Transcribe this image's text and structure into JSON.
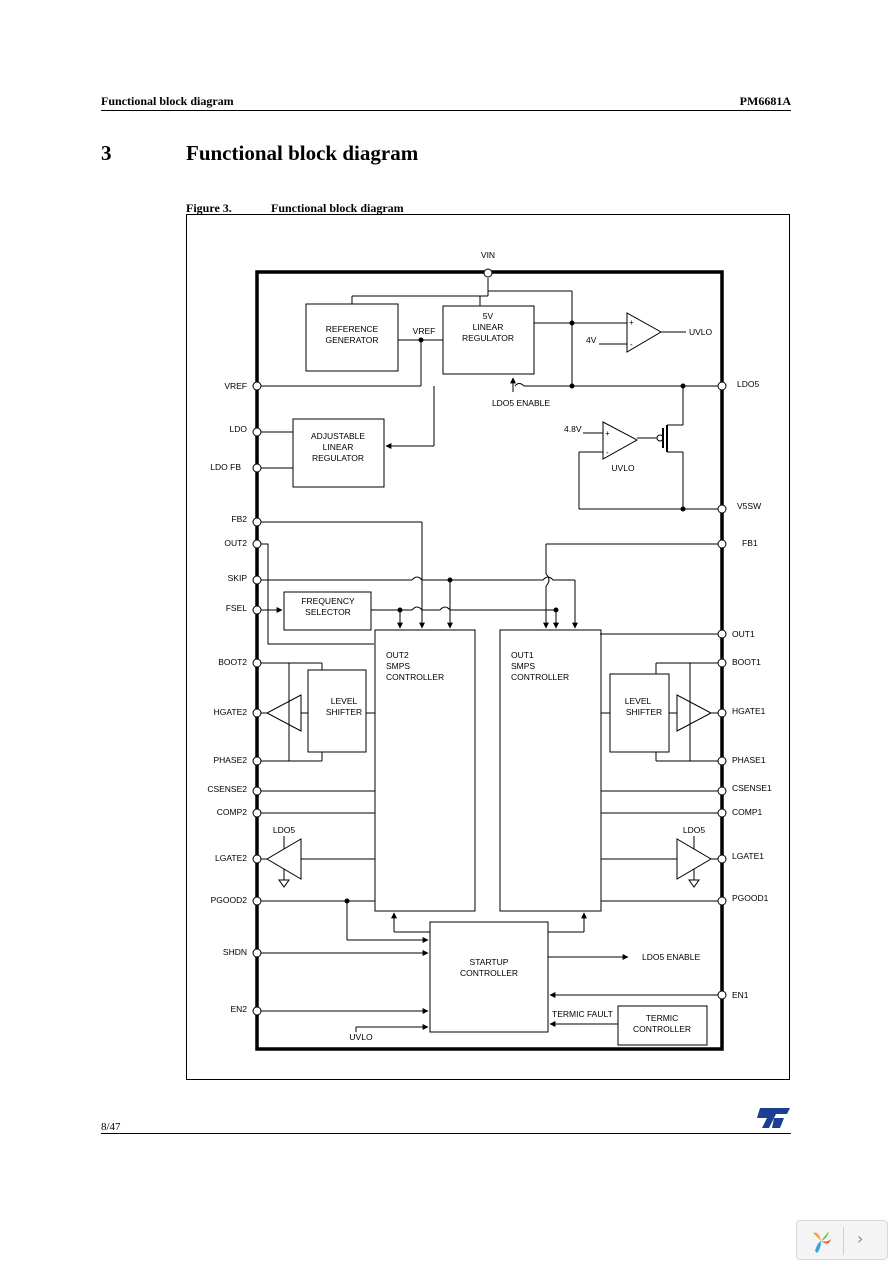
{
  "header": {
    "left": "Functional block diagram",
    "right": "PM6681A"
  },
  "section": {
    "number": "3",
    "title": "Functional block diagram"
  },
  "figure": {
    "number": "Figure 3.",
    "title": "Functional block diagram"
  },
  "diagram": {
    "vin": "VIN",
    "ref_gen": [
      "REFERENCE",
      "GENERATOR"
    ],
    "vref_mid": "VREF",
    "lin5v": [
      "5V",
      "LINEAR",
      "REGULATOR"
    ],
    "uvlo_out": "UVLO",
    "four_v": "4V",
    "ldo5_enable": "LDO5 ENABLE",
    "adj_reg": [
      "ADJUSTABLE",
      "LINEAR",
      "REGULATOR"
    ],
    "four_eight_v": "4.8V",
    "uvlo_comp2": "UVLO",
    "freq_sel": [
      "FREQUENCY",
      "SELECTOR"
    ],
    "out2_ctrl": [
      "OUT2",
      "SMPS",
      "CONTROLLER"
    ],
    "out1_ctrl": [
      "OUT1",
      "SMPS",
      "CONTROLLER"
    ],
    "level_shifter_left": [
      "LEVEL",
      "SHIFTER"
    ],
    "level_shifter_right": [
      "LEVEL",
      "SHIFTER"
    ],
    "ldo5_left": "LDO5",
    "ldo5_right": "LDO5",
    "startup": [
      "STARTUP",
      "CONTROLLER"
    ],
    "ldo5_enable_out": "LDO5 ENABLE",
    "termic_fault": "TERMIC FAULT",
    "termic": [
      "TERMIC",
      "CONTROLLER"
    ],
    "uvlo_bottom": "UVLO",
    "pins_left": [
      "VREF",
      "LDO",
      "LDO FB",
      "FB2",
      "OUT2",
      "SKIP",
      "FSEL",
      "BOOT2",
      "HGATE2",
      "PHASE2",
      "CSENSE2",
      "COMP2",
      "LGATE2",
      "PGOOD2",
      "SHDN",
      "EN2"
    ],
    "pins_right": [
      "LDO5",
      "V5SW",
      "FB1",
      "OUT1",
      "BOOT1",
      "HGATE1",
      "PHASE1",
      "CSENSE1",
      "COMP1",
      "LGATE1",
      "PGOOD1",
      "EN1"
    ]
  },
  "footer": {
    "page": "8/47",
    "logo": "ST"
  },
  "viewer_widget": {
    "icon": "logo-icon",
    "next_icon": "chevron-right-icon",
    "next_glyph": "›"
  }
}
